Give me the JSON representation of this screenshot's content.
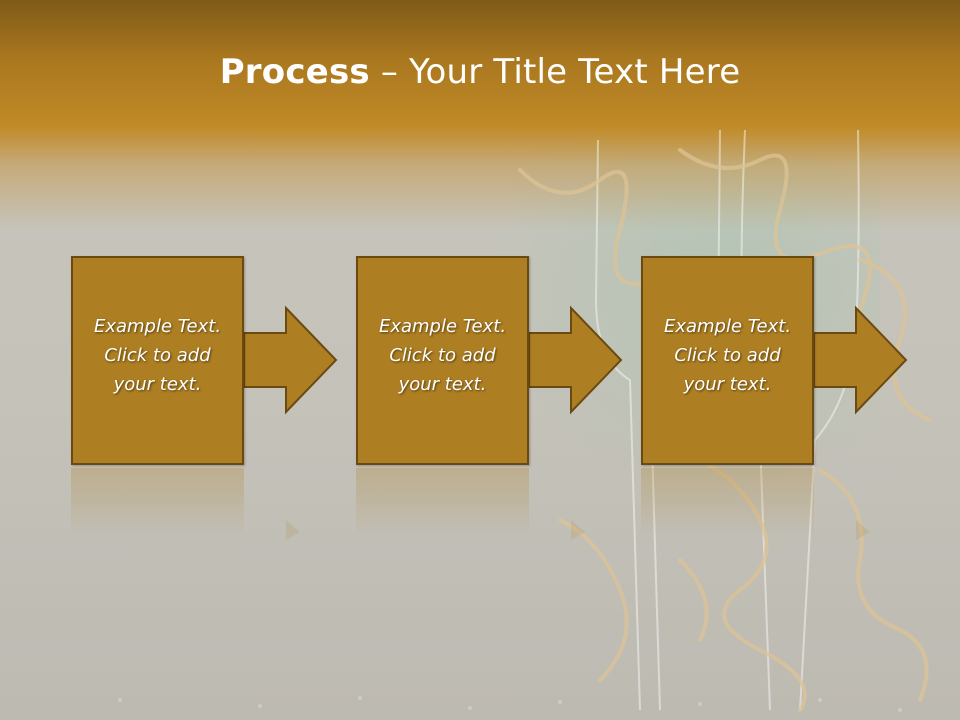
{
  "title": {
    "strong": "Process",
    "rest": " – Your Title Text Here"
  },
  "steps": [
    {
      "line1": "Example Text.",
      "line2": "Click  to add",
      "line3": "your text."
    },
    {
      "line1": "Example Text.",
      "line2": "Click  to add",
      "line3": "your text."
    },
    {
      "line1": "Example Text.",
      "line2": "Click  to add",
      "line3": "your text."
    }
  ],
  "colors": {
    "accent": "#ae7f22",
    "accent_border": "#6b4a12",
    "band_top": "#7f5a18",
    "band_mid": "#c18a27",
    "background": "#c6c3ba"
  }
}
